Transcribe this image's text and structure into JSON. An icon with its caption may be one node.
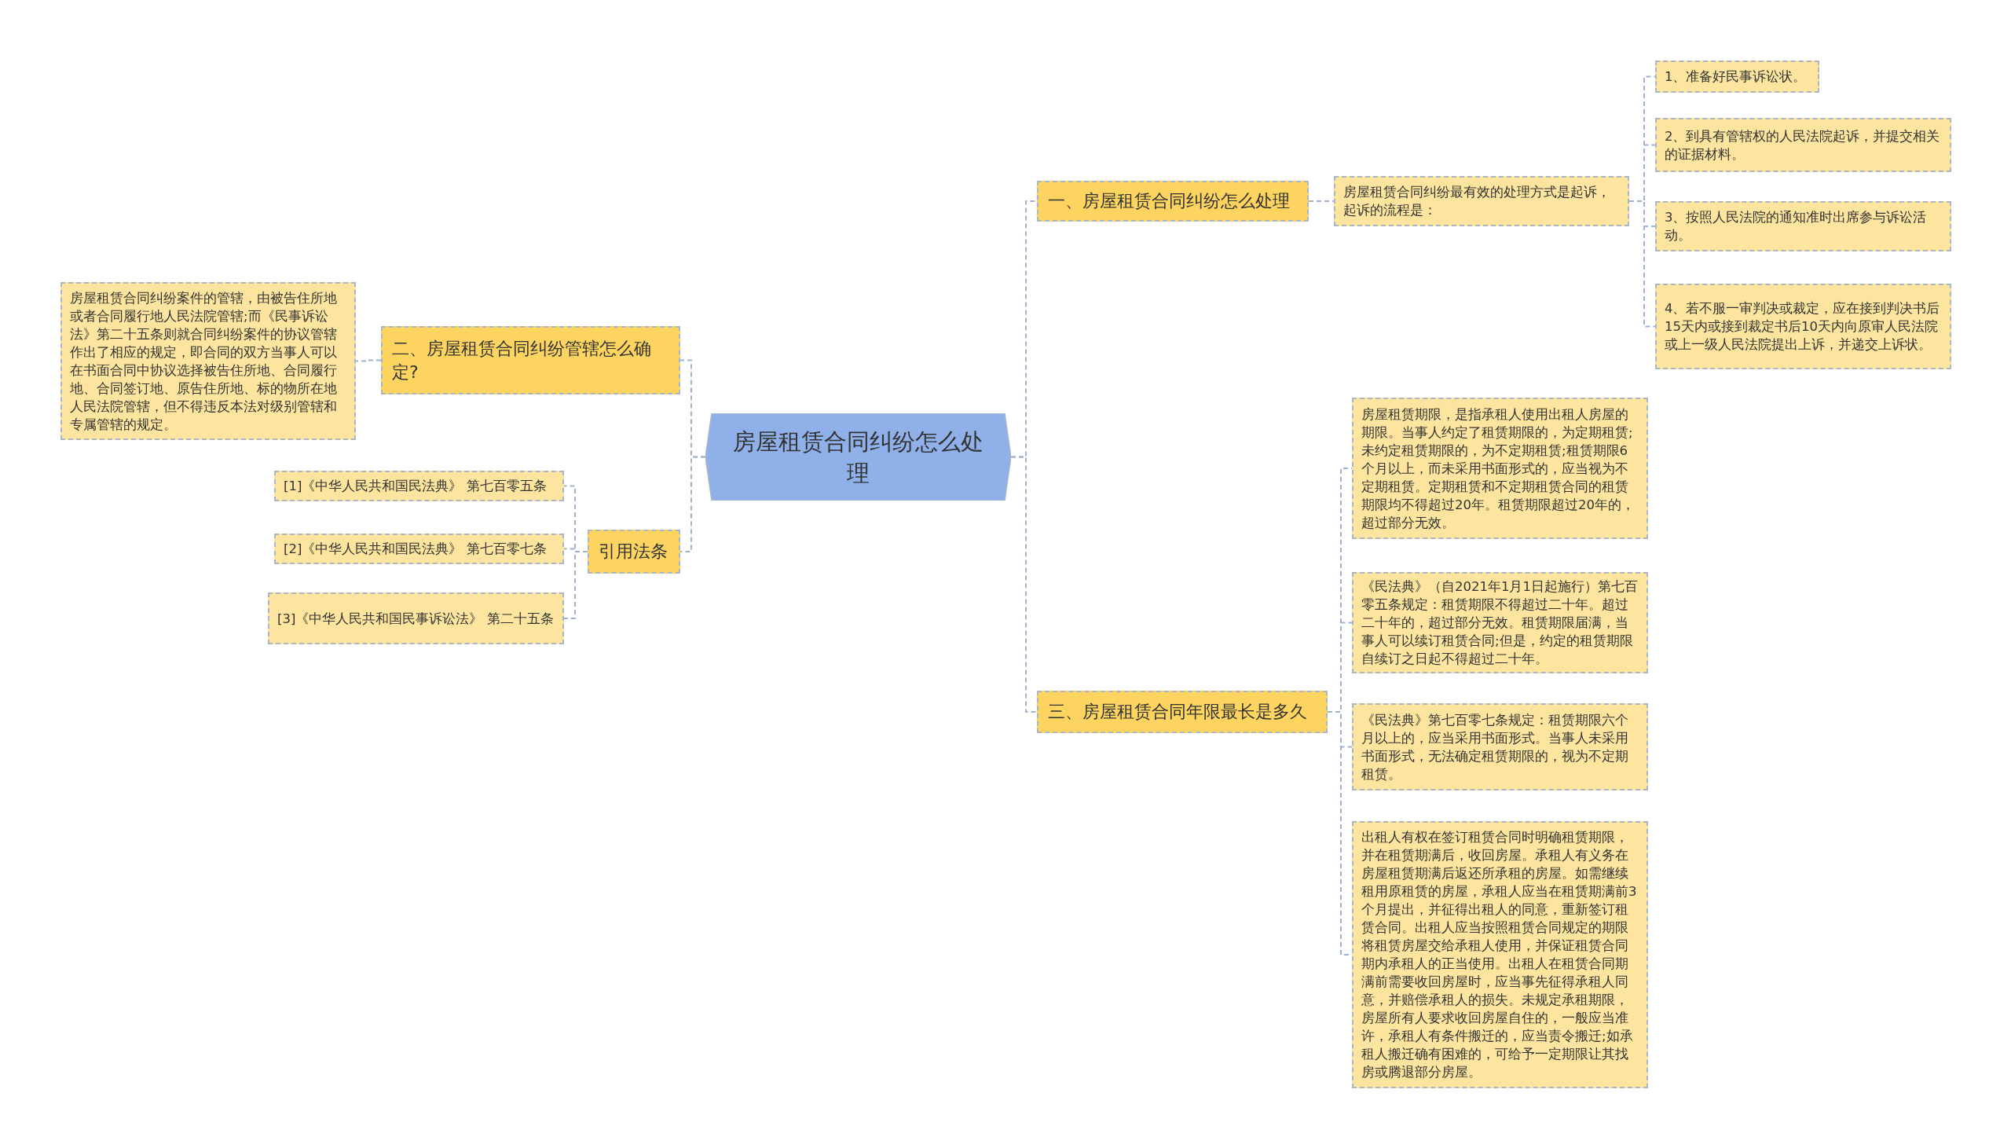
{
  "diagram": {
    "nodes": [
      {
        "text": [
          "房屋租赁合同纠纷怎么处理"
        ]
      },
      {
        "text": [
          "一、房屋租赁合同纠纷怎么处理"
        ]
      },
      {
        "text": [
          "房屋租赁合同纠纷最有效的处理方式是起诉，起诉的流程是："
        ]
      },
      {
        "text": [
          "1、准备好民事诉讼状。"
        ]
      },
      {
        "text": [
          "2、到具有管辖权的人民法院起诉，并提交相关的证据材料。"
        ]
      },
      {
        "text": [
          "3、按照人民法院的通知准时出席参与诉讼活动。"
        ]
      },
      {
        "text": [
          "4、若不服一审判决或裁定，应在接到判决书后15天内或接到裁定书后10天内向原审人民法院或上一级人民法院提出上诉，并递交上诉状。"
        ]
      },
      {
        "text": [
          "三、房屋租赁合同年限最长是多久"
        ]
      },
      {
        "text": [
          "房屋租赁期限，是指承租人使用出租人房屋的期限。当事人约定了租赁期限的，为定期租赁;未约定租赁期限的，为不定期租赁;租赁期限6个月以上，而未采用书面形式的，应当视为不定期租赁。定期租赁和不定期租赁合同的租赁期限均不得超过20年。租赁期限超过20年的，超过部分无效。"
        ]
      },
      {
        "text": [
          "《民法典》（自2021年1月1日起施行）第七百零五条规定：租赁期限不得超过二十年。超过二十年的，超过部分无效。租赁期限届满，当事人可以续订租赁合同;但是，约定的租赁期限自续订之日起不得超过二十年。"
        ]
      },
      {
        "text": [
          "《民法典》第七百零七条规定：租赁期限六个月以上的，应当采用书面形式。当事人未采用书面形式，无法确定租赁期限的，视为不定期租赁。"
        ]
      },
      {
        "text": [
          "出租人有权在签订租赁合同时明确租赁期限，并在租赁期满后，收回房屋。承租人有义务在房屋租赁期满后返还所承租的房屋。如需继续租用原租赁的房屋，承租人应当在租赁期满前3个月提出，并征得出租人的同意，重新签订租赁合同。出租人应当按照租赁合同规定的期限将租赁房屋交给承租人使用，并保证租赁合同期内承租人的正当使用。出租人在租赁合同期满前需要收回房屋时，应当事先征得承租人同意，并赔偿承租人的损失。未规定承租期限，房屋所有人要求收回房屋自住的，一般应当准许，承租人有条件搬迁的，应当责令搬迁;如承租人搬迁确有困难的，可给予一定期限让其找房或腾退部分房屋。"
        ]
      },
      {
        "text": [
          "二、房屋租赁合同纠纷管辖怎么确定?"
        ]
      },
      {
        "text": [
          "房屋租赁合同纠纷案件的管辖，由被告住所地或者合同履行地人民法院管辖;而《民事诉讼法》第二十五条则就合同纠纷案件的协议管辖作出了相应的规定，即合同的双方当事人可以在书面合同中协议选择被告住所地、合同履行地、合同签订地、原告住所地、标的物所在地人民法院管辖，但不得违反本法对级别管辖和专属管辖的规定。"
        ]
      },
      {
        "text": [
          "引用法条"
        ]
      },
      {
        "text": [
          "[1]《中华人民共和国民法典》 第七百零五条"
        ]
      },
      {
        "text": [
          "[2]《中华人民共和国民法典》 第七百零七条"
        ]
      },
      {
        "text": [
          "[3]《中华人民共和国民事诉讼法》 第二十五条"
        ]
      }
    ],
    "edges": [
      {
        "from": 0,
        "to": 1,
        "arrow": "none"
      },
      {
        "from": 1,
        "to": 2,
        "arrow": "none"
      },
      {
        "from": 2,
        "to": 3,
        "arrow": "none"
      },
      {
        "from": 2,
        "to": 4,
        "arrow": "none"
      },
      {
        "from": 2,
        "to": 5,
        "arrow": "none"
      },
      {
        "from": 2,
        "to": 6,
        "arrow": "none"
      },
      {
        "from": 0,
        "to": 7,
        "arrow": "none"
      },
      {
        "from": 7,
        "to": 8,
        "arrow": "none"
      },
      {
        "from": 7,
        "to": 9,
        "arrow": "none"
      },
      {
        "from": 7,
        "to": 10,
        "arrow": "none"
      },
      {
        "from": 7,
        "to": 11,
        "arrow": "none"
      },
      {
        "from": 0,
        "to": 12,
        "arrow": "none"
      },
      {
        "from": 12,
        "to": 13,
        "arrow": "none"
      },
      {
        "from": 0,
        "to": 14,
        "arrow": "none"
      },
      {
        "from": 14,
        "to": 15,
        "arrow": "none"
      },
      {
        "from": 14,
        "to": 16,
        "arrow": "none"
      },
      {
        "from": 14,
        "to": 17,
        "arrow": "none"
      }
    ]
  }
}
